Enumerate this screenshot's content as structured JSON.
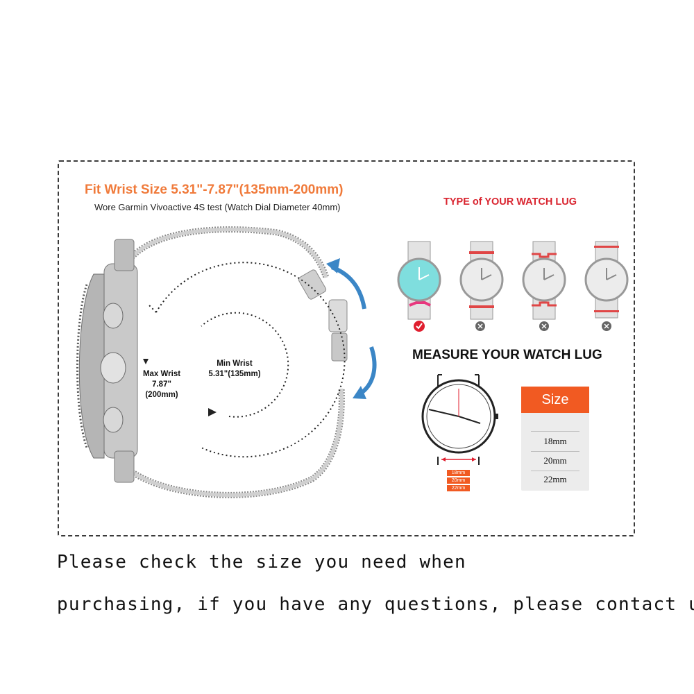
{
  "texts": {
    "title": "Fit Wrist Size 5.31\"-7.87\"(135mm-200mm)",
    "subtitle": "Wore Garmin Vivoactive 4S test (Watch Dial Diameter 40mm)",
    "lug_type_title": "TYPE of YOUR WATCH LUG",
    "measure_title": "MEASURE YOUR WATCH LUG",
    "max_wrist": [
      "Max Wrist",
      "7.87\"",
      "(200mm)"
    ],
    "min_wrist": [
      "Min Wrist",
      "5.31\"(135mm)"
    ],
    "note_line1": "Please check the size you need when",
    "note_line2": "purchasing, if you have any questions, please contact us"
  },
  "size_card": {
    "header": "Size",
    "sizes": [
      "18mm",
      "20mm",
      "22mm"
    ]
  },
  "tags": [
    "18mm",
    "20mm",
    "22mm"
  ],
  "lug_types": [
    {
      "status": "compatible",
      "mark": "✓"
    },
    {
      "status": "incompatible",
      "mark": "x"
    },
    {
      "status": "incompatible",
      "mark": "x"
    },
    {
      "status": "incompatible",
      "mark": "x"
    }
  ],
  "colors": {
    "title": "#f07a3a",
    "lug_title": "#d9232e",
    "accent": "#f15a22",
    "arrow_blue": "#3b86c6"
  }
}
